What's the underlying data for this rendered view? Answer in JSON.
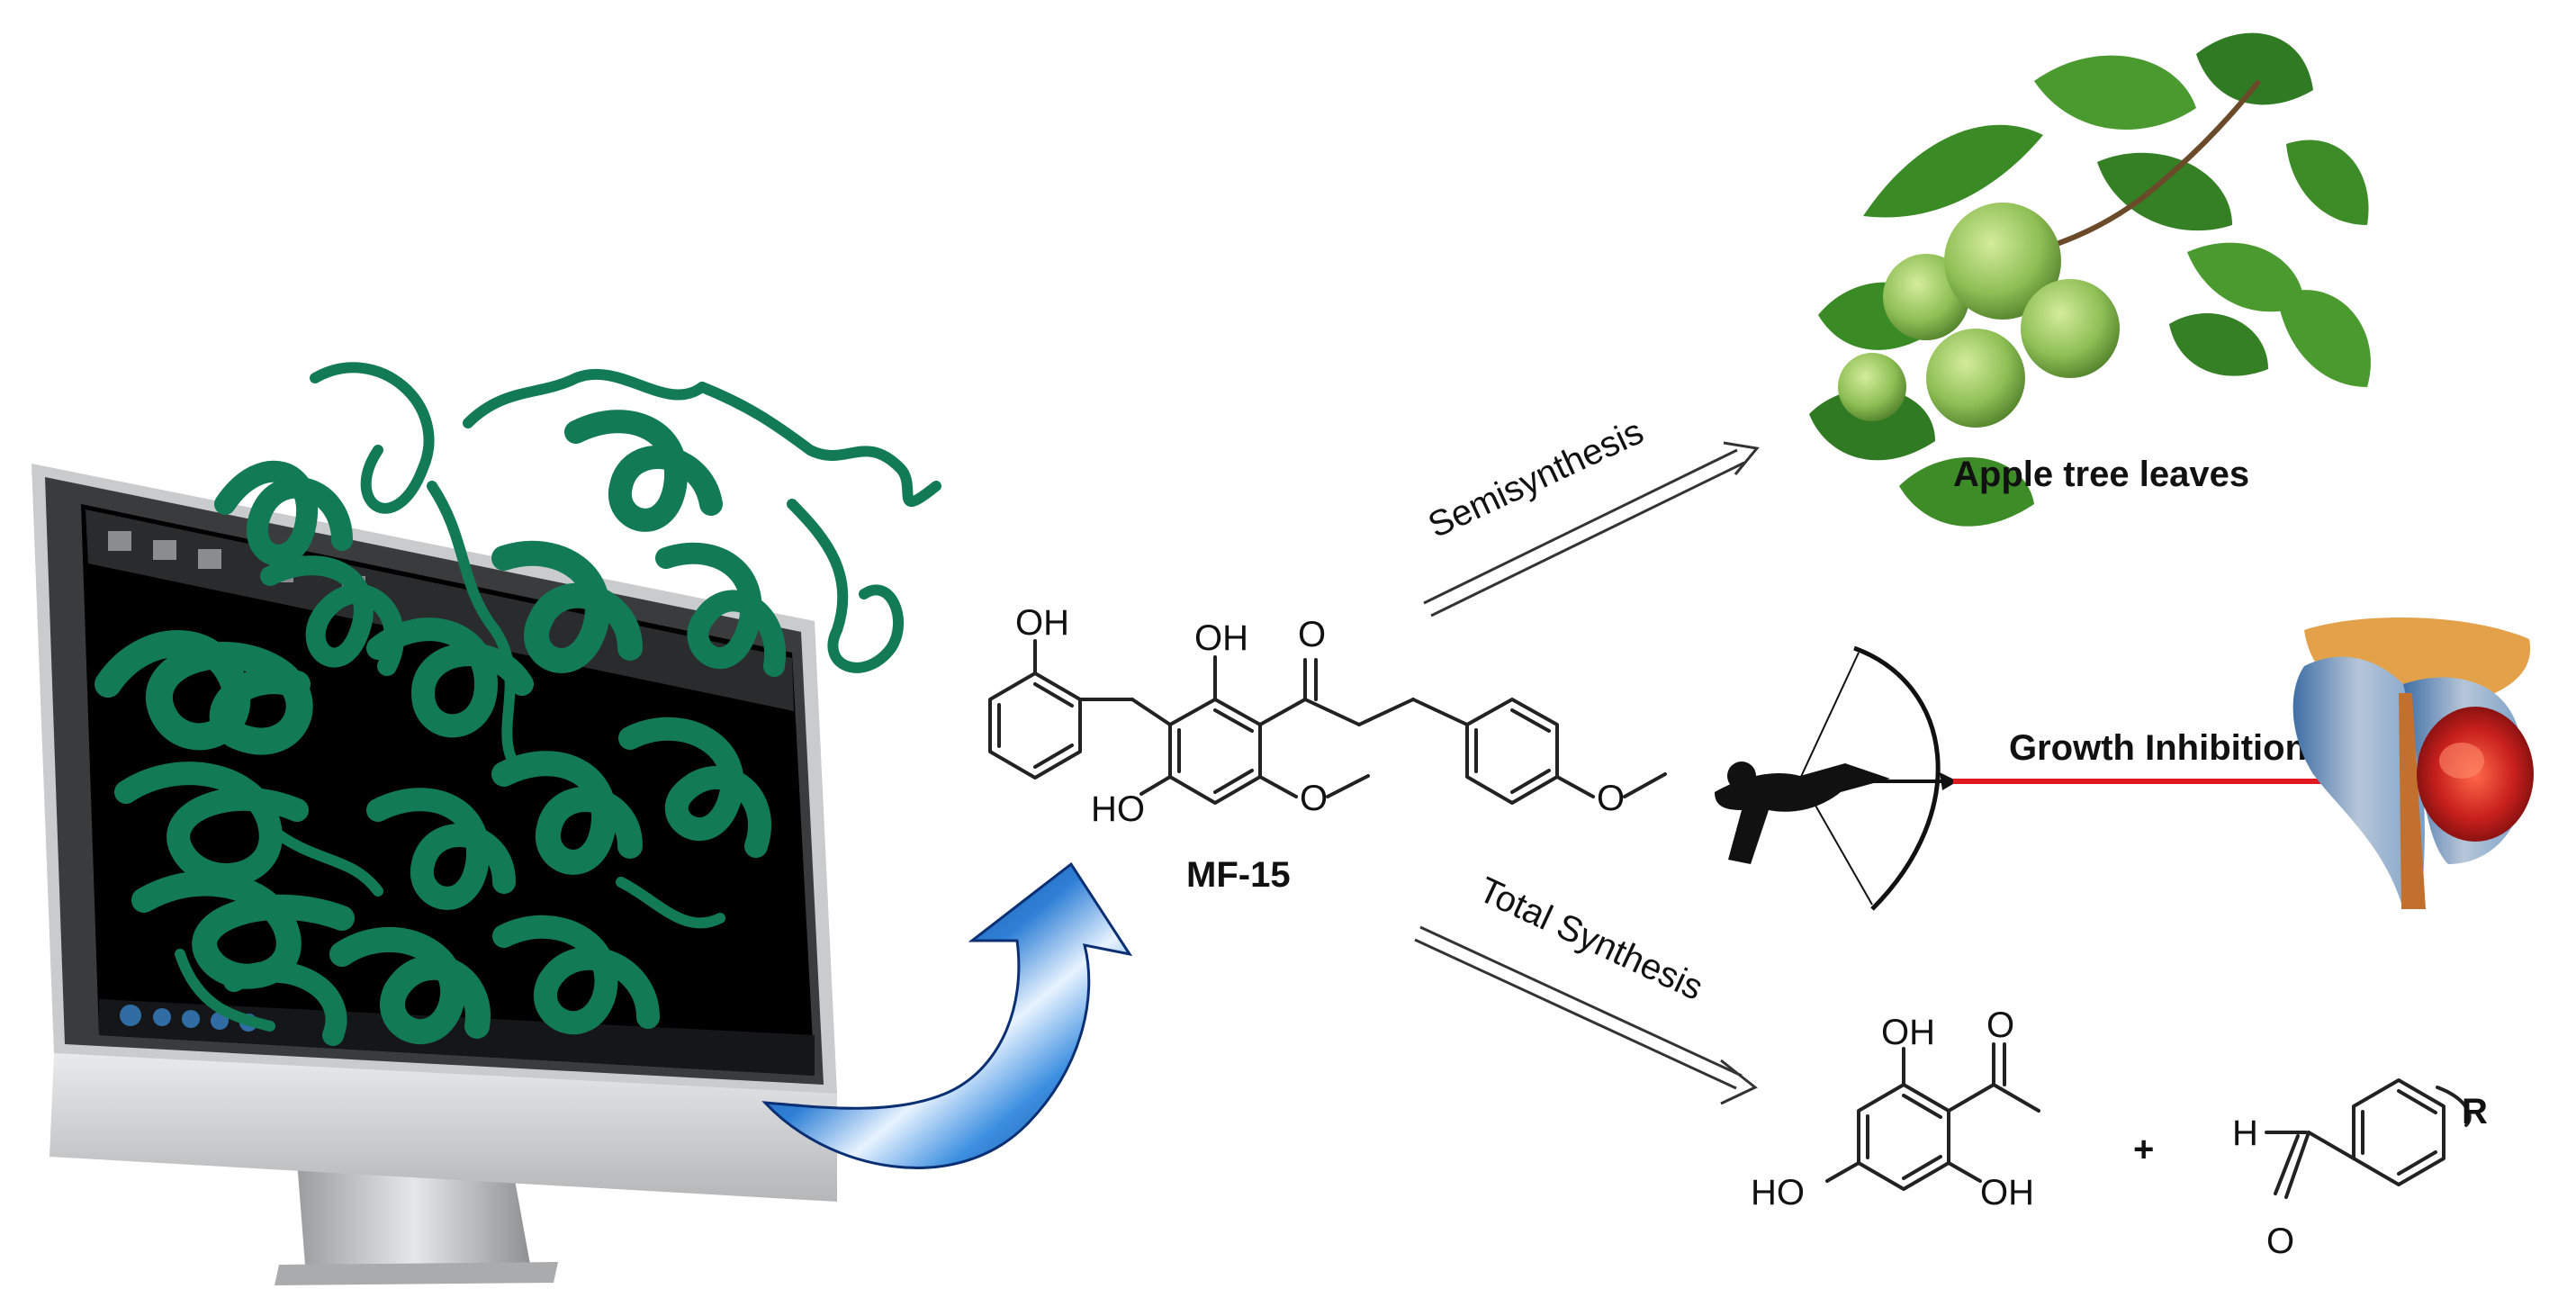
{
  "compound": {
    "name": "MF-15"
  },
  "molecule_labels": {
    "oh_left": "OH",
    "oh_center": "OH",
    "carbonyl_o": "O",
    "ho_ring": "HO"
  },
  "routes": {
    "semisynthesis": "Semisynthesis",
    "total_synthesis": "Total Synthesis",
    "growth_inhibition": "Growth Inhibition"
  },
  "source": {
    "label": "Apple tree leaves"
  },
  "reagents": {
    "acetophenone": {
      "oh_top": "OH",
      "carbonyl_o": "O",
      "ho_left": "HO",
      "oh_right": "OH"
    },
    "plus": "+",
    "aldehyde": {
      "h": "H",
      "o": "O",
      "r": "R"
    }
  },
  "colors": {
    "protein": "#137a56",
    "arrow_blue": "#1f5fb0",
    "inhibition_line": "#e0191f",
    "leaf": "#3f8f2a",
    "apple": "#8fbf55",
    "monitor_frame": "#c9cbcd",
    "screen": "#000000"
  },
  "icons": [
    "computer-monitor-icon",
    "protein-ribbon-icon",
    "curved-arrow-icon",
    "apple-branch-icon",
    "archer-icon",
    "prostate-tumor-icon"
  ]
}
